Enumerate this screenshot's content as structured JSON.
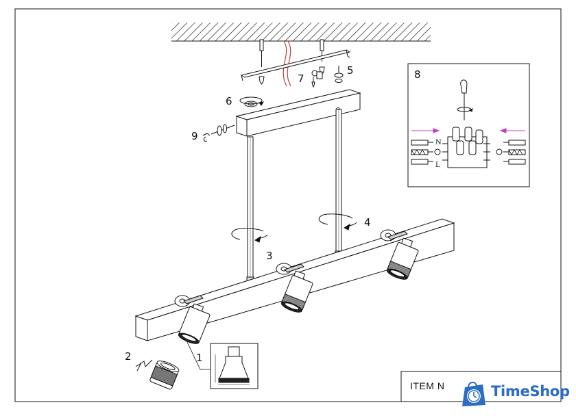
{
  "callouts": {
    "n1": "1",
    "n2": "2",
    "n3": "3",
    "n4": "4",
    "n5": "5",
    "n6": "6",
    "n7": "7",
    "n8": "8",
    "n9": "9"
  },
  "wiring": {
    "neutral": "N",
    "live": "L"
  },
  "footer": {
    "item_label": "ITEM N"
  },
  "brand": {
    "name": "TimeShop",
    "color": "#2b6cc4",
    "icon": "shopping-bag-clock-icon"
  },
  "colors": {
    "line": "#111111",
    "wire_red": "#c23a3a",
    "arrow_magenta": "#c03cc0"
  }
}
